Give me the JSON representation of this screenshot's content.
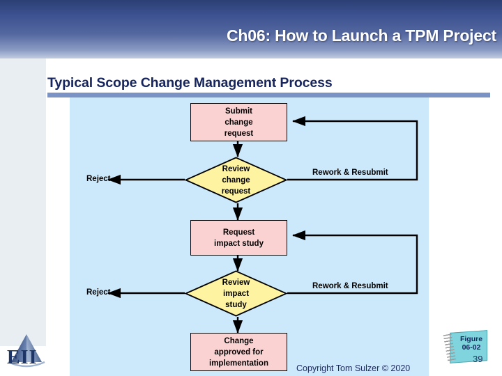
{
  "header": {
    "title": "Ch06: How to Launch a TPM Project"
  },
  "subtitle": {
    "text": "Typical Scope Change Management Process"
  },
  "flowchart": {
    "nodes": [
      {
        "id": "submit-change-request",
        "type": "process",
        "label_lines": [
          "Submit",
          "change",
          "request"
        ]
      },
      {
        "id": "review-change-request",
        "type": "decision",
        "label_lines": [
          "Review",
          "change",
          "request"
        ]
      },
      {
        "id": "request-impact-study",
        "type": "process",
        "label_lines": [
          "Request",
          "impact study"
        ]
      },
      {
        "id": "review-impact-study",
        "type": "decision",
        "label_lines": [
          "Review",
          "impact",
          "study"
        ]
      },
      {
        "id": "change-approved",
        "type": "process",
        "label_lines": [
          "Change",
          "approved for",
          "implementation"
        ]
      }
    ],
    "labels": {
      "reject_1": "Reject",
      "reject_2": "Reject",
      "rework_1": "Rework & Resubmit",
      "rework_2": "Rework & Resubmit"
    },
    "colors": {
      "process_fill": "#fad2d2",
      "decision_fill": "#fdf3a0",
      "panel_fill": "#cce8fb",
      "connector": "#000000"
    }
  },
  "footer": {
    "copyright": "Copyright Tom Sulzer © 2020",
    "figure_label_line1": "Figure",
    "figure_label_line2": "06-02",
    "page_number": "39",
    "logo_text": "EII"
  },
  "theme": {
    "header_gradient_top": "#2c3f74",
    "header_gradient_bottom": "#c2cbe0",
    "accent_rule": "#7b92c4",
    "title_color": "#ffffff",
    "subtitle_color": "#16255e",
    "sidebar_fill": "#e8eef1"
  }
}
